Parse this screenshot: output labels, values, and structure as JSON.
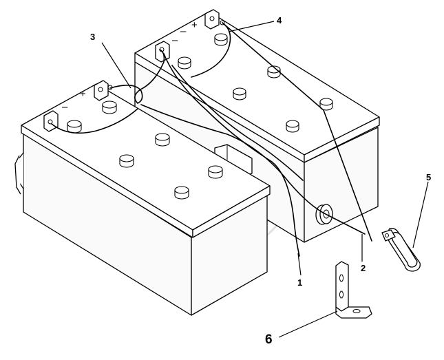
{
  "callouts": [
    "1",
    "2",
    "3",
    "4",
    "5",
    "6"
  ],
  "terminal_signs": {
    "negative": "–",
    "positive": "+"
  },
  "colors": {
    "line": "#000000",
    "background": "#ffffff",
    "watermark": "#c8c8c8"
  },
  "icons": [
    "battery-icon",
    "cable-clamp-icon",
    "mounting-bracket-icon",
    "cable-grommet-icon",
    "watermark-logo"
  ]
}
